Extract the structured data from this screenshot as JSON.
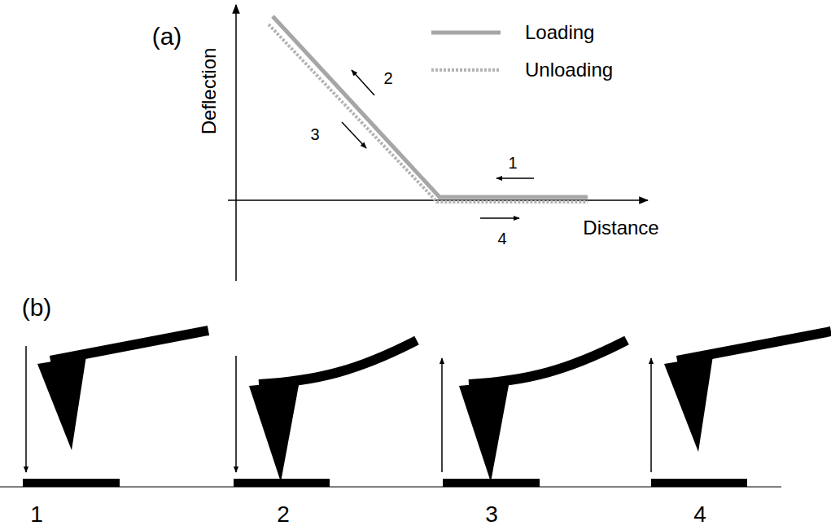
{
  "diagram": {
    "labels": [
      "(a)",
      "Deflection",
      "Distance",
      "2",
      "3",
      "1",
      "4",
      "(b)",
      "1",
      "2",
      "3",
      "4"
    ],
    "legend": [
      {
        "text": "Loading"
      },
      {
        "text": "Unloading"
      }
    ]
  }
}
